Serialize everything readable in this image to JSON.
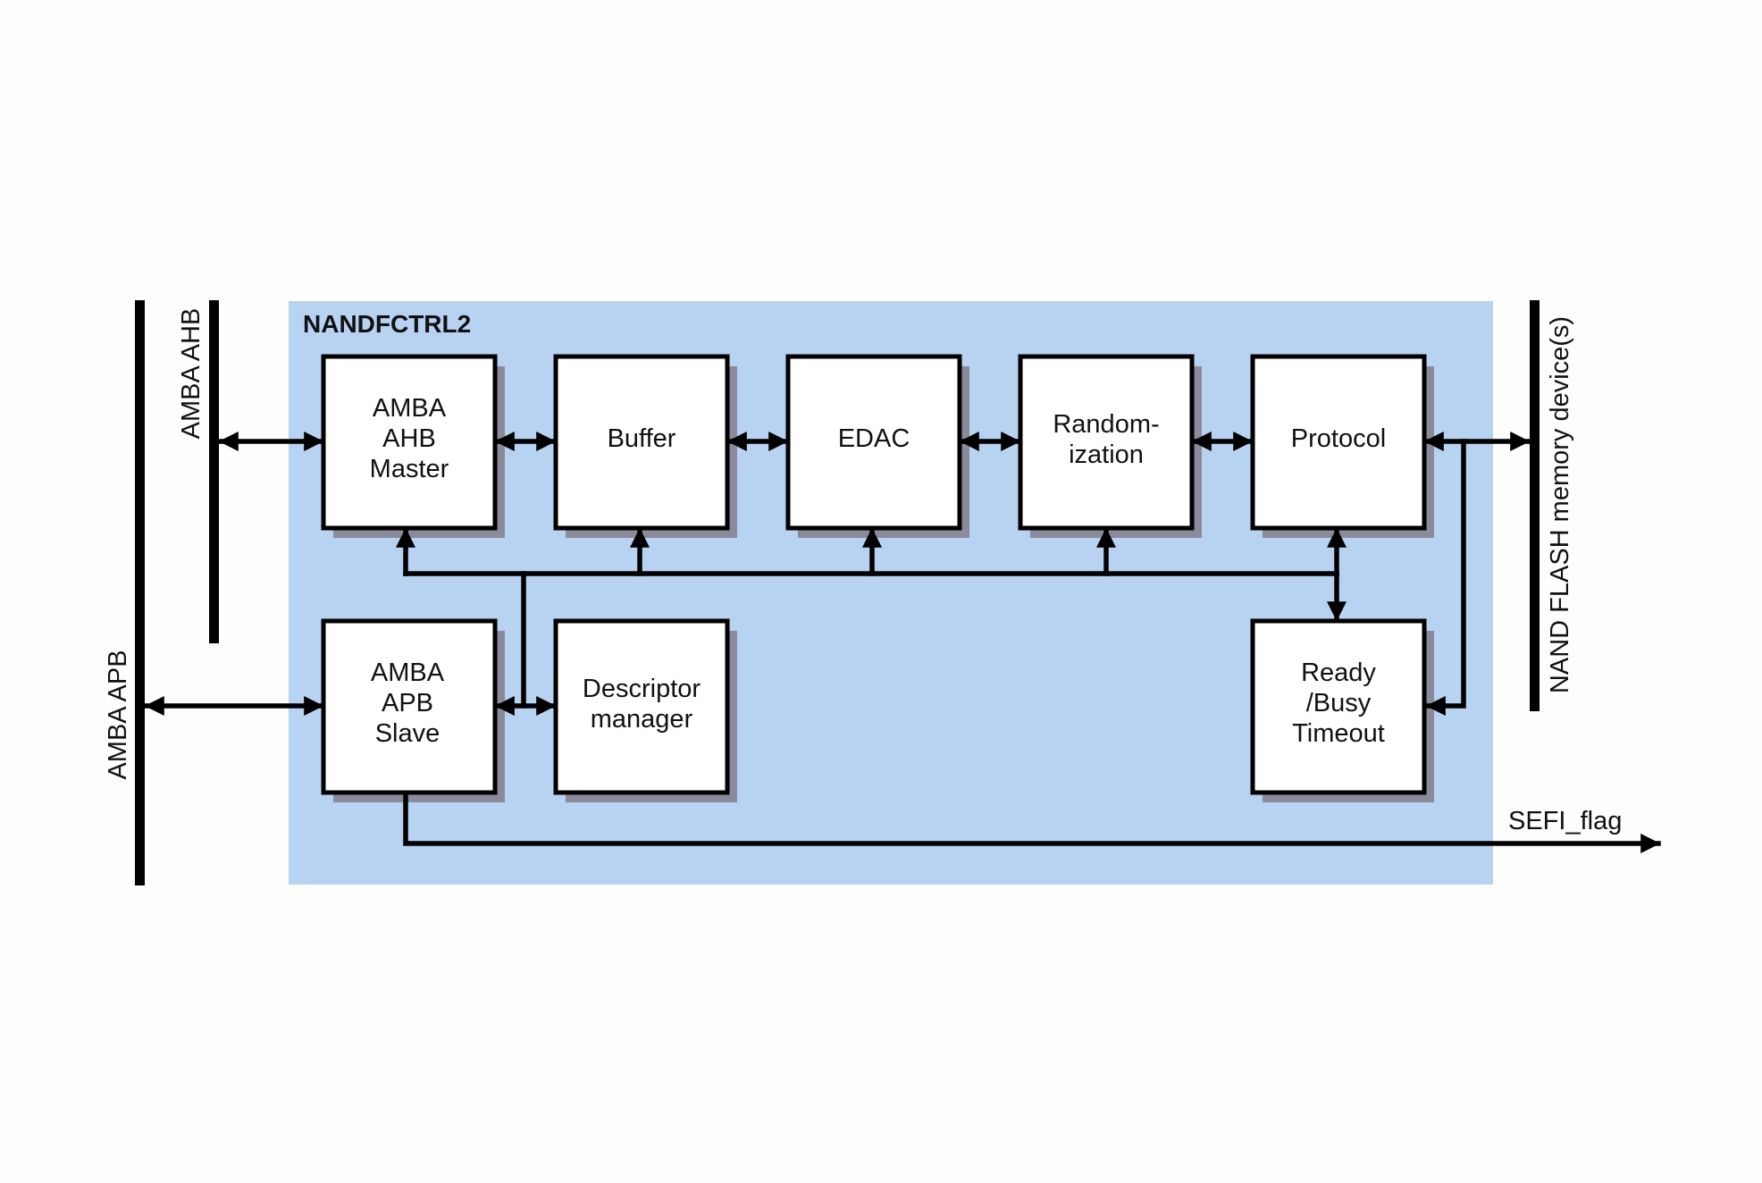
{
  "diagram": {
    "title": "NANDFCTRL2",
    "colors": {
      "block_background": "#b8d2f2",
      "box_fill": "#ffffff",
      "line": "#000000",
      "shadow": "#8a8a9a"
    },
    "buses": {
      "apb": "AMBA APB",
      "ahb": "AMBA AHB",
      "nand": "NAND FLASH memory device(s)"
    },
    "blocks": {
      "ahb_master": [
        "AMBA",
        "AHB",
        "Master"
      ],
      "buffer": [
        "Buffer"
      ],
      "edac": [
        "EDAC"
      ],
      "randomization": [
        "Random-",
        "ization"
      ],
      "protocol": [
        "Protocol"
      ],
      "apb_slave": [
        "AMBA",
        "APB",
        "Slave"
      ],
      "descriptor_manager": [
        "Descriptor",
        "manager"
      ],
      "ready_busy_timeout": [
        "Ready",
        "/Busy",
        "Timeout"
      ]
    },
    "signals": {
      "sefi": "SEFI_flag"
    }
  }
}
